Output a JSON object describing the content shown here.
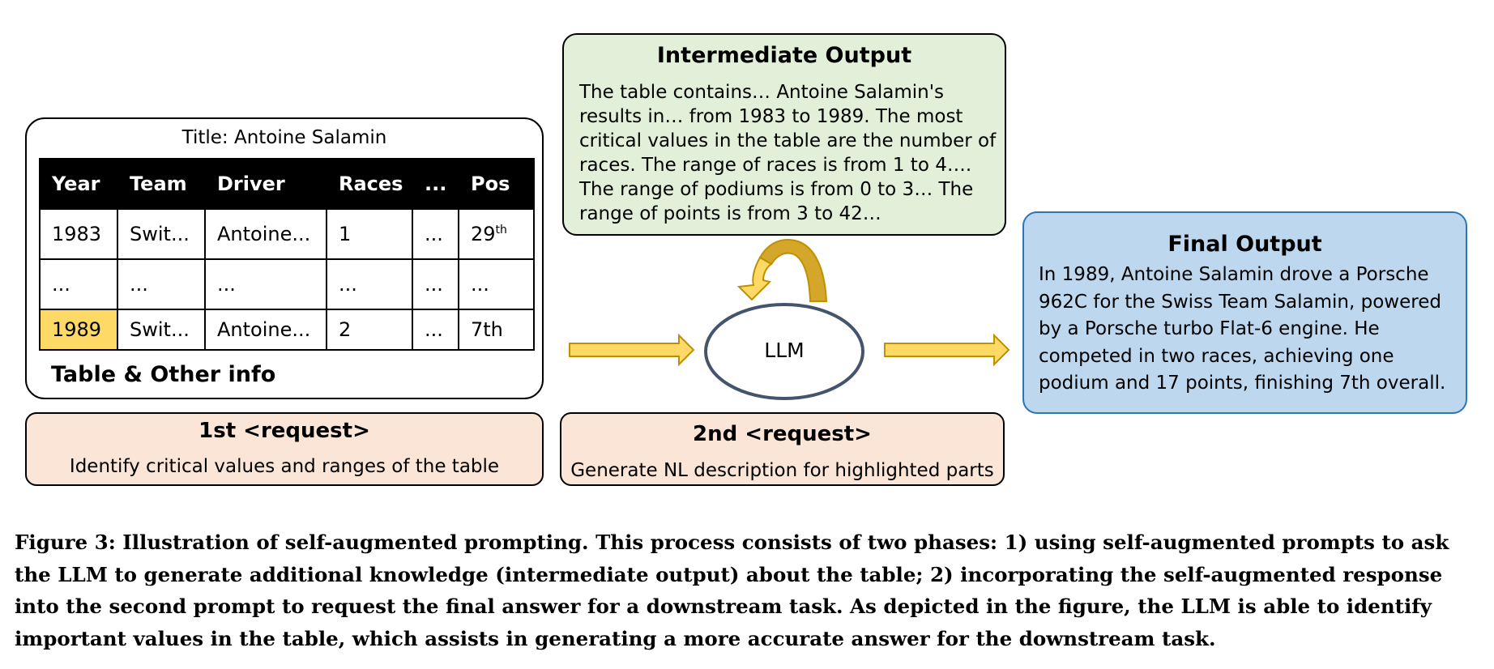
{
  "table_panel": {
    "title": "Title: Antoine Salamin",
    "headers": [
      "Year",
      "Team",
      "Driver",
      "Races",
      "...",
      "Pos"
    ],
    "rows": [
      {
        "year": "1983",
        "team": "Swit...",
        "driver": "Antoine...",
        "races": "1",
        "more": "...",
        "pos": "29",
        "pos_suffix": "th"
      },
      {
        "year": "...",
        "team": "...",
        "driver": "...",
        "races": "...",
        "more": "...",
        "pos": "...",
        "pos_suffix": ""
      },
      {
        "year": "1989",
        "team": "Swit...",
        "driver": "Antoine...",
        "races": "2",
        "more": "...",
        "pos": "7th",
        "pos_suffix": ""
      }
    ],
    "highlight_color": "#ffd966",
    "footer": "Table & Other info"
  },
  "request1": {
    "title": "1st <request>",
    "text": "Identify critical values and ranges of the table"
  },
  "request2": {
    "title": "2nd <request>",
    "text": "Generate NL description for highlighted parts"
  },
  "intermediate_output": {
    "title": "Intermediate Output",
    "text": "The table contains… Antoine Salamin's results in… from 1983 to 1989. The most critical values in the table are the number of races. The range of races is from 1 to 4…. The range of podiums is from 0 to 3… The range of points is from 3 to 42…"
  },
  "llm": {
    "label": "LLM"
  },
  "final_output": {
    "title": "Final Output",
    "text": "In 1989, Antoine Salamin drove a Porsche 962C for the Swiss Team Salamin, powered by a Porsche turbo Flat-6 engine. He competed in two races, achieving one podium and 17 points, finishing 7th overall."
  },
  "caption": "Figure 3: Illustration of self-augmented prompting. This process consists of two phases: 1) using self-augmented prompts to ask the LLM to generate additional knowledge (intermediate output) about the table; 2) incorporating the self-augmented response into the second prompt to request the final answer for a downstream task. As depicted in the figure, the LLM is able to identify important values in the table, which assists in generating a more accurate answer for the downstream task.",
  "colors": {
    "intermediate_bg": "#e2efd9",
    "final_bg": "#bdd7ee",
    "final_border": "#2e75b6",
    "request_bg": "#fbe5d6",
    "arrow_fill": "#ffd966",
    "arrow_stroke": "#bf9000",
    "llm_stroke": "#44546a"
  }
}
